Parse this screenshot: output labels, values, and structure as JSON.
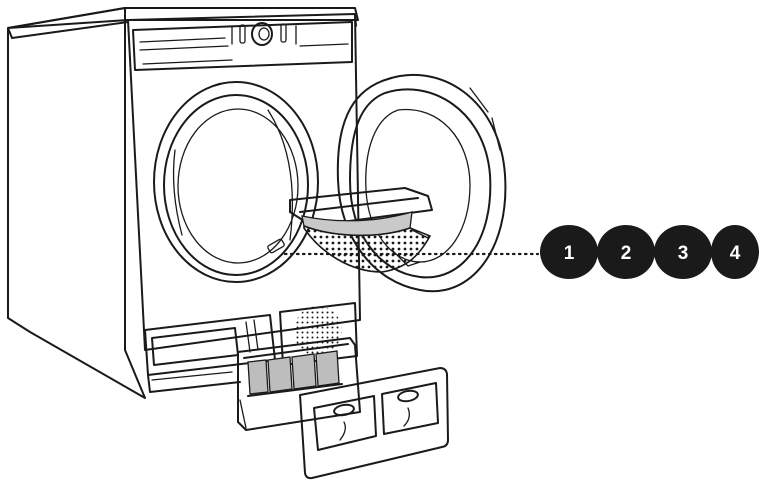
{
  "callouts": [
    {
      "label": "1"
    },
    {
      "label": "2"
    },
    {
      "label": "3"
    },
    {
      "label": "4"
    }
  ],
  "colors": {
    "line": "#1a1a1a",
    "badge": "#1a1a1a",
    "badge_text": "#ffffff",
    "background": "#ffffff"
  }
}
